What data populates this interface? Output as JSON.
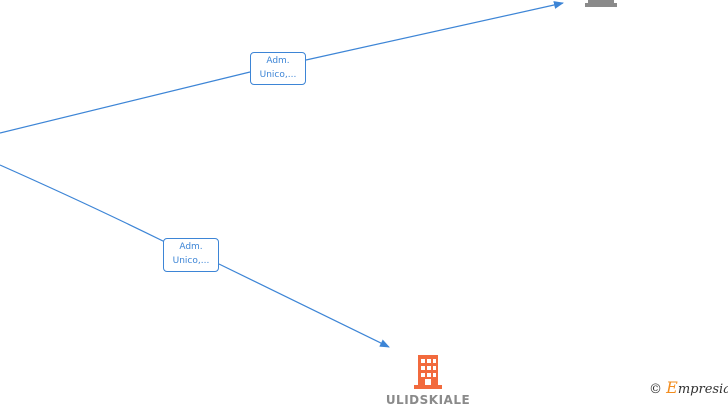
{
  "diagram": {
    "edges": [
      {
        "id": "edge-top",
        "label_line1": "Adm.",
        "label_line2": "Unico,..."
      },
      {
        "id": "edge-bottom",
        "label_line1": "Adm.",
        "label_line2": "Unico,..."
      }
    ],
    "nodes": [
      {
        "id": "node-top-right",
        "icon": "building-icon",
        "color": "#8a8a8a"
      },
      {
        "id": "node-bottom",
        "icon": "building-icon",
        "color": "#f26a3d",
        "name": "ULIDSKIALE"
      }
    ]
  },
  "footer": {
    "copyright_symbol": "©",
    "brand_initial": "E",
    "brand_rest": "mpresia"
  },
  "colors": {
    "edge": "#3d85d6",
    "node_active": "#f26a3d",
    "node_inactive": "#8a8a8a",
    "brand": "#f28c1e"
  }
}
